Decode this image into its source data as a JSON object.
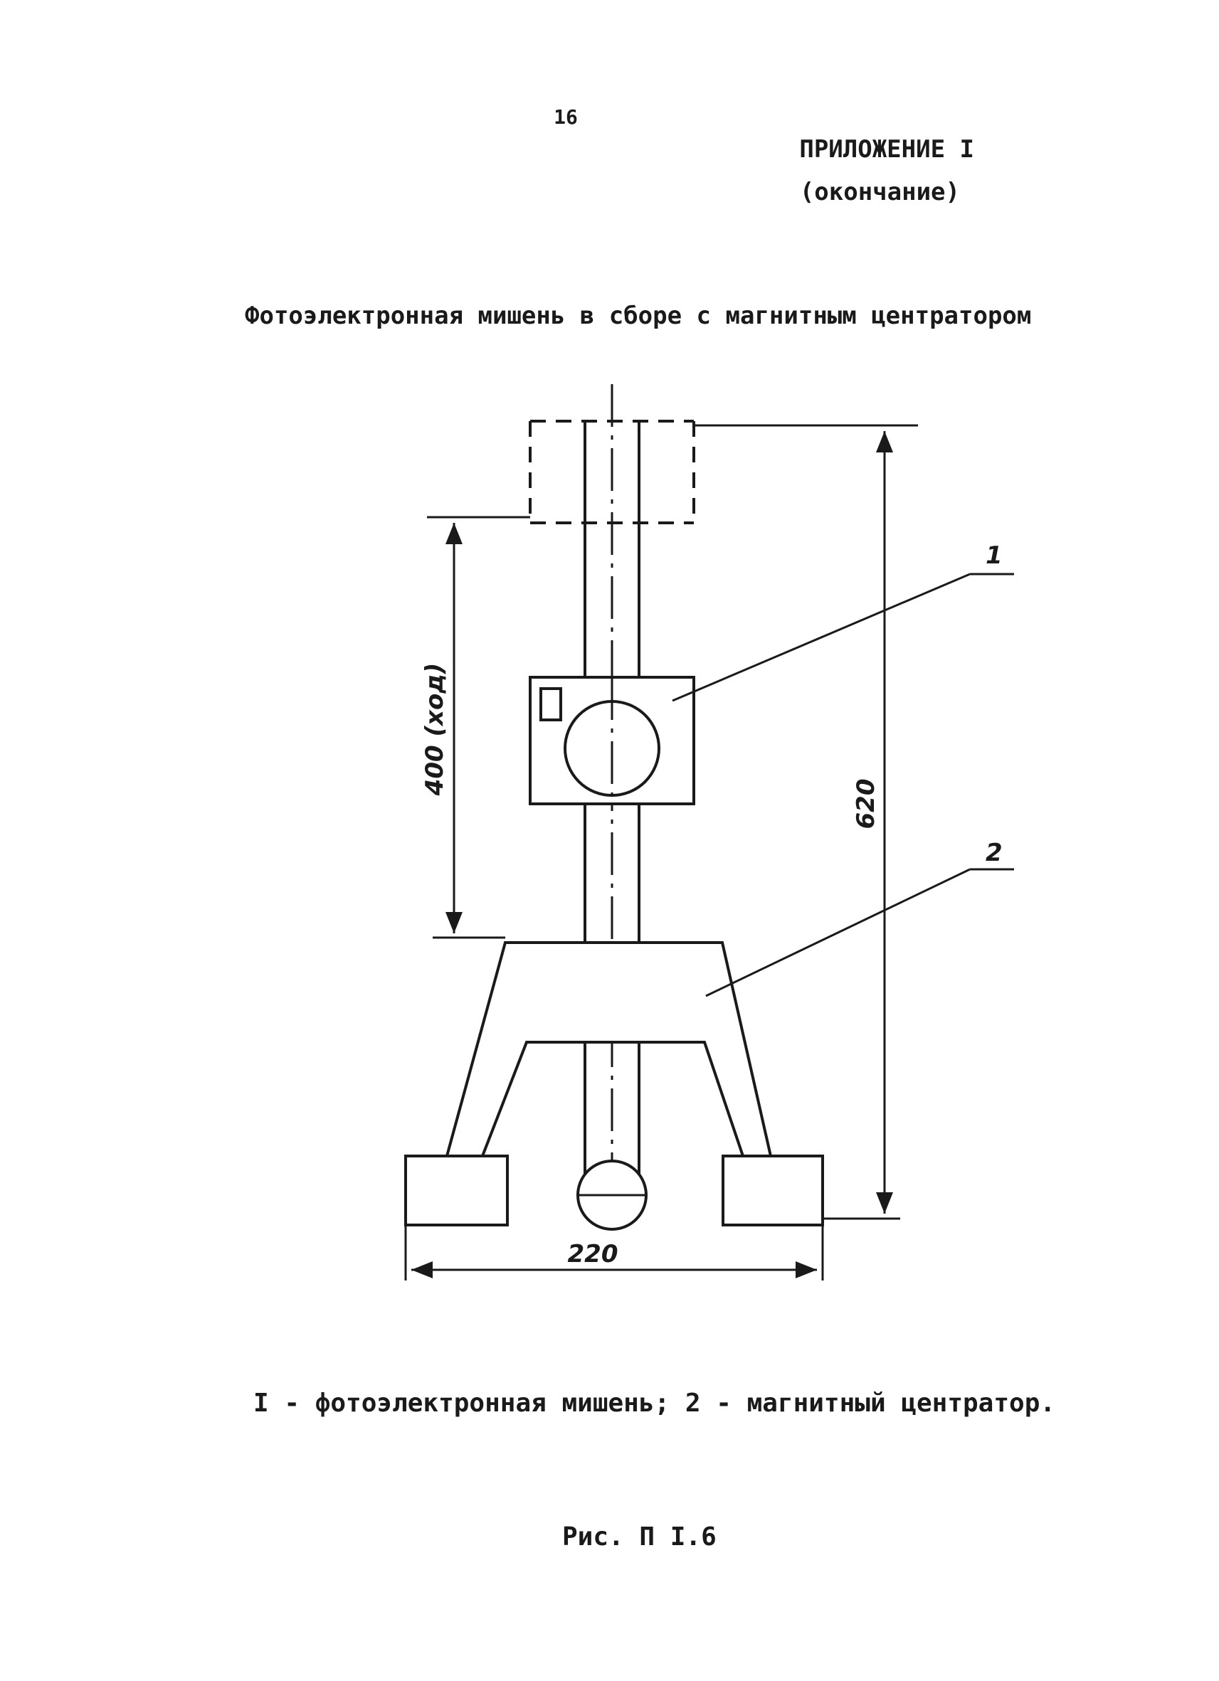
{
  "page": {
    "number": "16",
    "appendix_title": "ПРИЛОЖЕНИЕ I",
    "appendix_subtitle": "(окончание)"
  },
  "figure": {
    "title": "Фотоэлектронная мишень в сборе с магнитным центратором",
    "callouts": {
      "target": "1",
      "centrator": "2"
    },
    "dimensions": {
      "stroke": "400 (ход)",
      "height": "620",
      "width": "220"
    },
    "legend": "I - фотоэлектронная мишень;   2 - магнитный центратор.",
    "number": "Рис. П I.6"
  },
  "colors": {
    "ink": "#1a1a1a",
    "paper": "#ffffff"
  }
}
